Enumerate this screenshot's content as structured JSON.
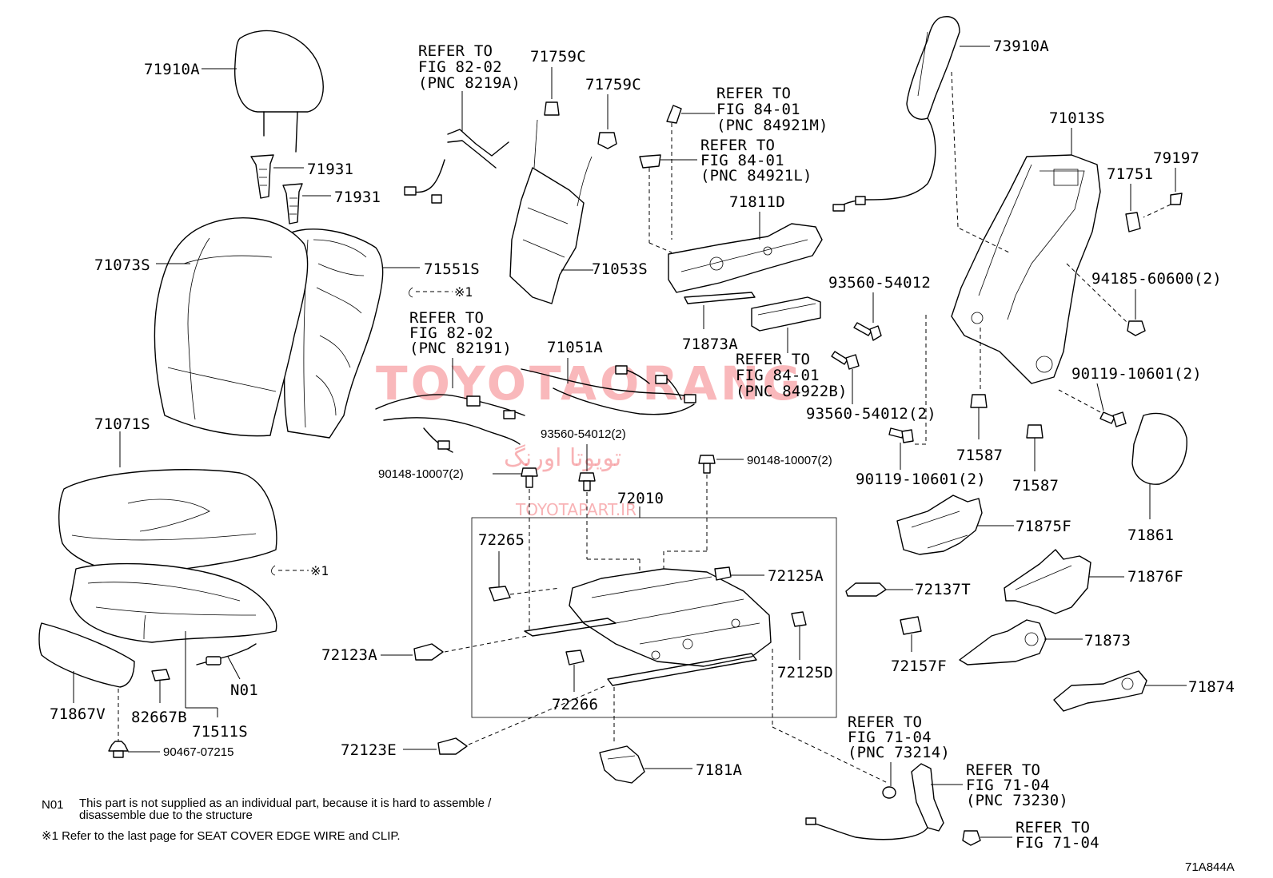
{
  "parts": {
    "p71910A": "71910A",
    "p71931a": "71931",
    "p71931b": "71931",
    "p71073S": "71073S",
    "p71551S": "71551S",
    "mark1a": "※1",
    "mark1b": "※1",
    "p71071S": "71071S",
    "p71867V": "71867V",
    "p82667B": "82667B",
    "p71511S": "71511S",
    "pN01": "N01",
    "p90467": "90467-07215",
    "ref1_l1": "REFER TO",
    "ref1_l2": "FIG 82-02",
    "ref1_l3": "(PNC 8219A)",
    "p71759C_a": "71759C",
    "p71759C_b": "71759C",
    "p71053S": "71053S",
    "ref2_l1": "REFER TO",
    "ref2_l2": "FIG 84-01",
    "ref2_l3": "(PNC 84921M)",
    "ref3_l1": "REFER TO",
    "ref3_l2": "FIG 84-01",
    "ref3_l3": "(PNC 84921L)",
    "p71811D": "71811D",
    "p71873A": "71873A",
    "ref4_l1": "REFER TO",
    "ref4_l2": "FIG 82-02",
    "ref4_l3": "(PNC 82191)",
    "p71051A": "71051A",
    "p93560a": "93560-54012",
    "ref5_l1": "REFER TO",
    "ref5_l2": "FIG 84-01",
    "ref5_l3": "(PNC 84922B)",
    "p93560b": "93560-54012(2)",
    "p93560c": "93560-54012(2)",
    "p90148a": "90148-10007(2)",
    "p90148b": "90148-10007(2)",
    "p72010": "72010",
    "p72265": "72265",
    "p72125A": "72125A",
    "p72123A": "72123A",
    "p72266": "72266",
    "p72125D": "72125D",
    "p72123E": "72123E",
    "p7181A": "7181A",
    "p73910A": "73910A",
    "p71013S": "71013S",
    "p79197": "79197",
    "p71751": "71751",
    "p94185": "94185-60600(2)",
    "p90119a": "90119-10601(2)",
    "p90119b": "90119-10601(2)",
    "p71587a": "71587",
    "p71587b": "71587",
    "p71861": "71861",
    "p71875F": "71875F",
    "p72137T": "72137T",
    "p71876F": "71876F",
    "p72157F": "72157F",
    "p71873": "71873",
    "p71874": "71874",
    "ref6_l1": "REFER TO",
    "ref6_l2": "FIG 71-04",
    "ref6_l3": "(PNC 73214)",
    "ref7_l1": "REFER TO",
    "ref7_l2": "FIG 71-04",
    "ref7_l3": "(PNC 73230)",
    "ref8_l1": "REFER TO",
    "ref8_l2": "FIG 71-04"
  },
  "notes": {
    "n01_code": "N01",
    "n01_line1": "This part is not supplied as an individual part, because it is hard to assemble /",
    "n01_line2": "disassemble due to the structure",
    "mark_line": "※1 Refer to the last page for SEAT COVER EDGE WIRE and CLIP."
  },
  "watermark": {
    "main": "TOYOTAORANG",
    "persian": "تویوتا اورنگ",
    "site": "TOYOTAPART.IR"
  },
  "figure_code": "71A844A"
}
